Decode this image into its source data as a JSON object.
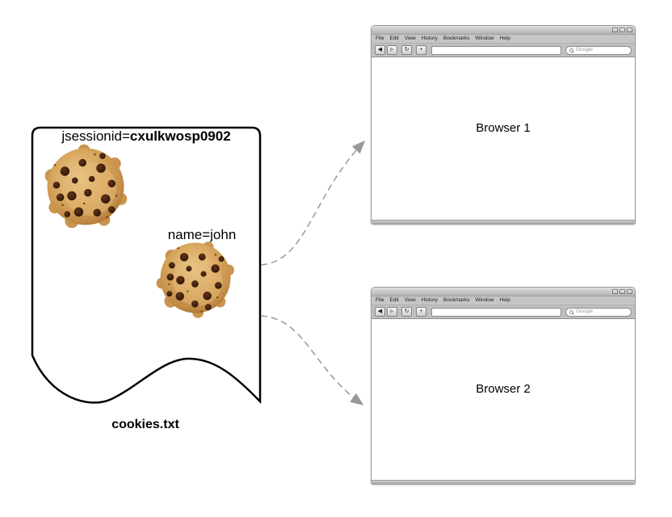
{
  "diagram": {
    "cookie_file": {
      "filename": "cookies.txt",
      "cookie1": {
        "name": "jsessionid=",
        "value": "cxulkwosp0902"
      },
      "cookie2": {
        "name": "name=",
        "value": "john"
      }
    }
  },
  "chrome": {
    "menu": [
      "File",
      "Edit",
      "View",
      "History",
      "Bookmarks",
      "Window",
      "Help"
    ],
    "nav": {
      "back": "◀",
      "forward": "▶",
      "reload": "↻",
      "new": "+"
    },
    "search_placeholder": "Google"
  },
  "browsers": [
    {
      "title": "Browser 1"
    },
    {
      "title": "Browser 2"
    }
  ],
  "colors": {
    "arrow_gray": "#999999",
    "chrome_gray": "#c0c0c0",
    "cookie_base": "#d8a75f",
    "cookie_chip": "#42210c",
    "outline_black": "#000000"
  }
}
